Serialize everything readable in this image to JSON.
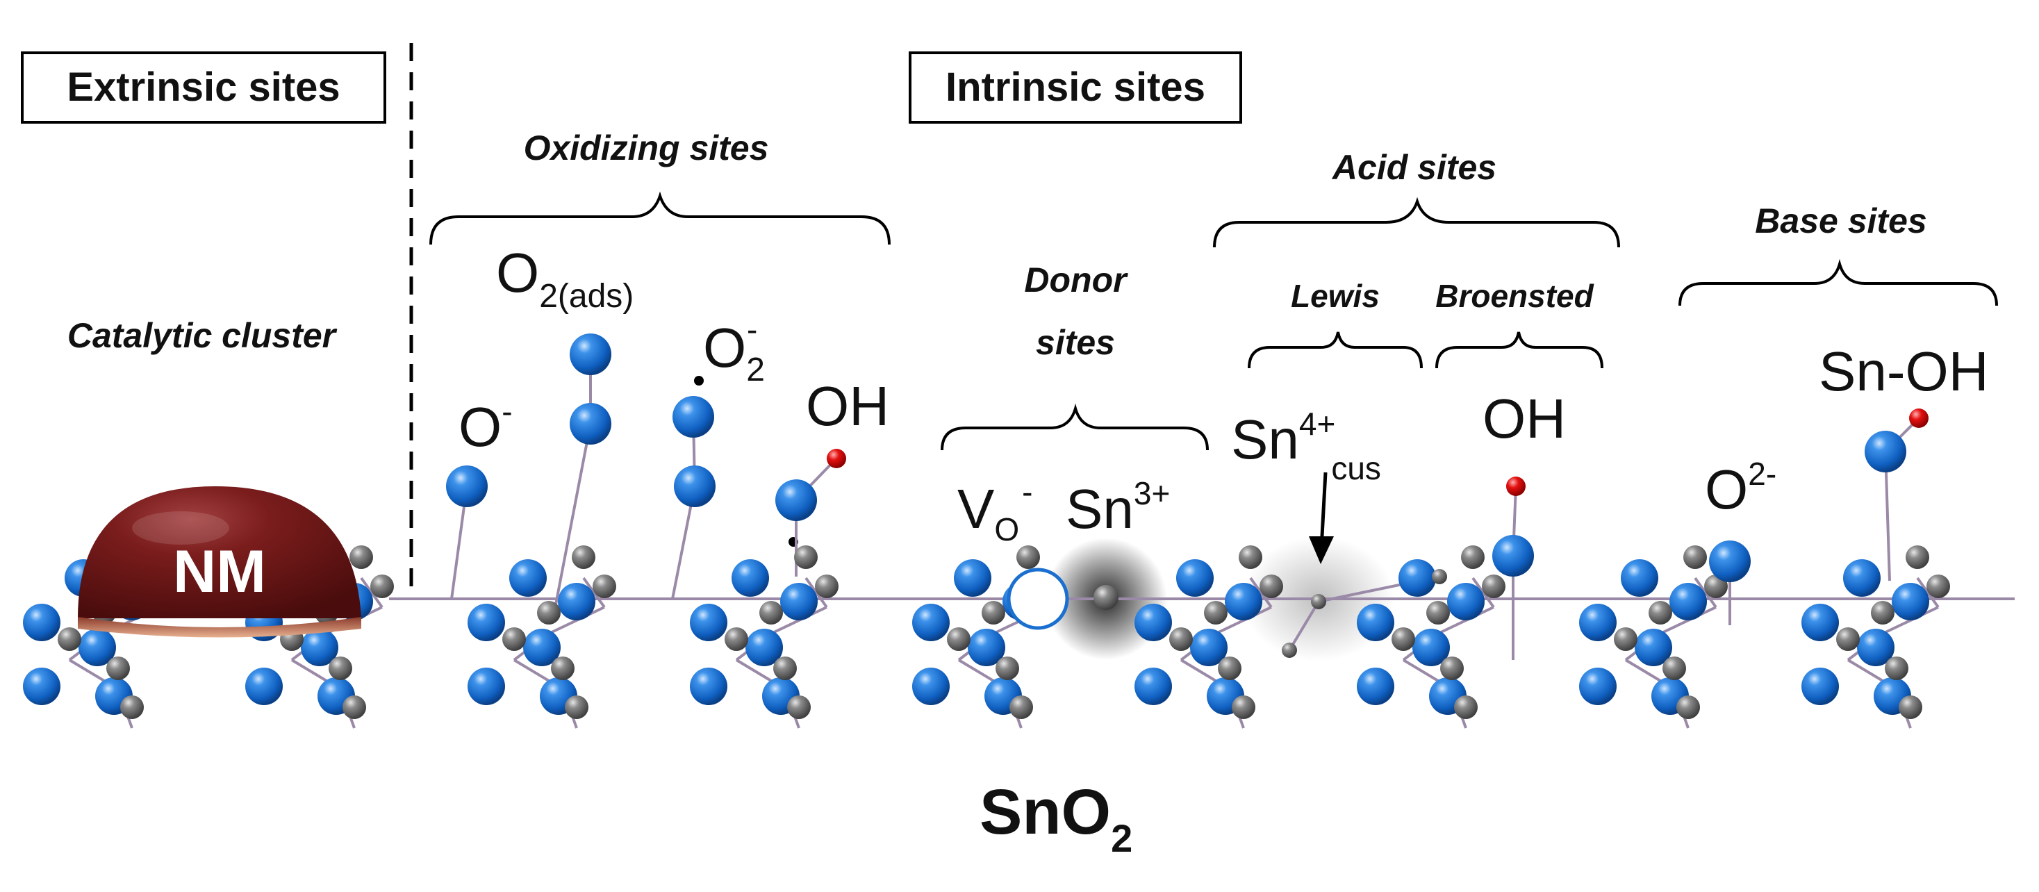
{
  "boxes": {
    "extrinsic": "Extrinsic sites",
    "intrinsic": "Intrinsic sites"
  },
  "groups": {
    "oxidizing": "Oxidizing sites",
    "acid": "Acid sites",
    "lewis": "Lewis",
    "broensted": "Broensted",
    "donor_line1": "Donor",
    "donor_line2": "sites",
    "base": "Base sites",
    "catalytic": "Catalytic cluster"
  },
  "species": {
    "o2ads_main": "O",
    "o2ads_sub": "2(ads)",
    "o_minus_main": "O",
    "o_minus_sup": "-",
    "o2_minus_main": "O",
    "o2_minus_sub": "2",
    "o2_minus_sup": "-",
    "oh_left": "OH",
    "vo_main": "V",
    "vo_sub": "O",
    "vo_sup": "-",
    "sn3_main": "Sn",
    "sn3_sup": "3+",
    "sn4_main": "Sn",
    "sn4_sup": "4+",
    "sn4_sub": "cus",
    "oh_right": "OH",
    "o2minus_base_main": "O",
    "o2minus_base_sup": "2-",
    "snoh": "Sn-OH"
  },
  "material": {
    "nm": "NM",
    "sno2_main": "SnO",
    "sno2_sub": "2"
  },
  "colors": {
    "oxygen": "#1a6fcf",
    "tin": "#6e6e6e",
    "hydrogen": "#e00000",
    "bond": "#9a8aa8",
    "cluster": "#7a1a1a"
  }
}
